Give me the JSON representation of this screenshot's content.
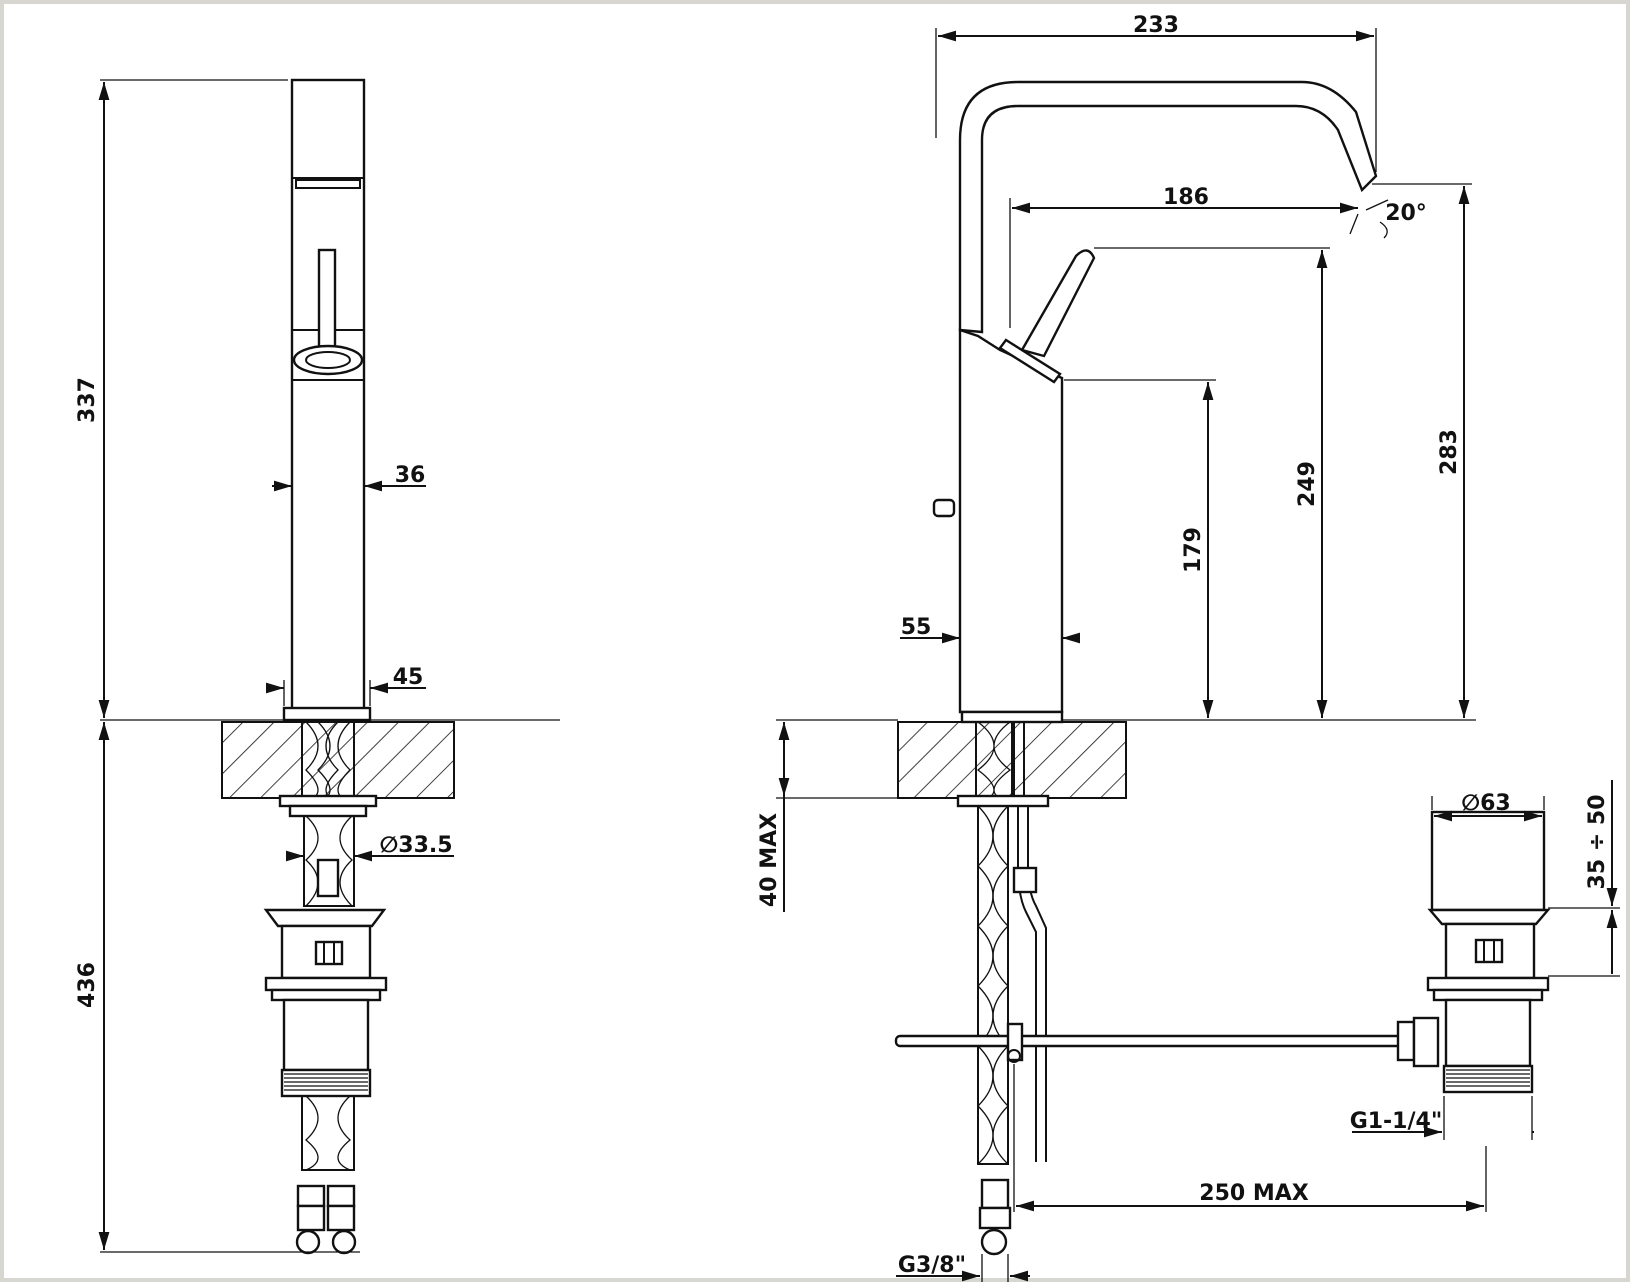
{
  "colors": {
    "line": "#111111",
    "background": "#ffffff",
    "border": "#d8d6d0"
  },
  "front_view": {
    "height_337": "337",
    "height_436": "436",
    "width_36": "36",
    "width_45": "45",
    "dia_33_5": "∅33.5"
  },
  "side_view": {
    "width_233": "233",
    "reach_186": "186",
    "angle_20": "20°",
    "height_283": "283",
    "height_249": "249",
    "height_179": "179",
    "width_55": "55",
    "max_40": "40 MAX",
    "dia_63": "∅63",
    "range_35_50": "35 ÷ 50",
    "thread_g114": "G1-1/4\"",
    "max_250": "250 MAX",
    "thread_g38": "G3/8\""
  }
}
